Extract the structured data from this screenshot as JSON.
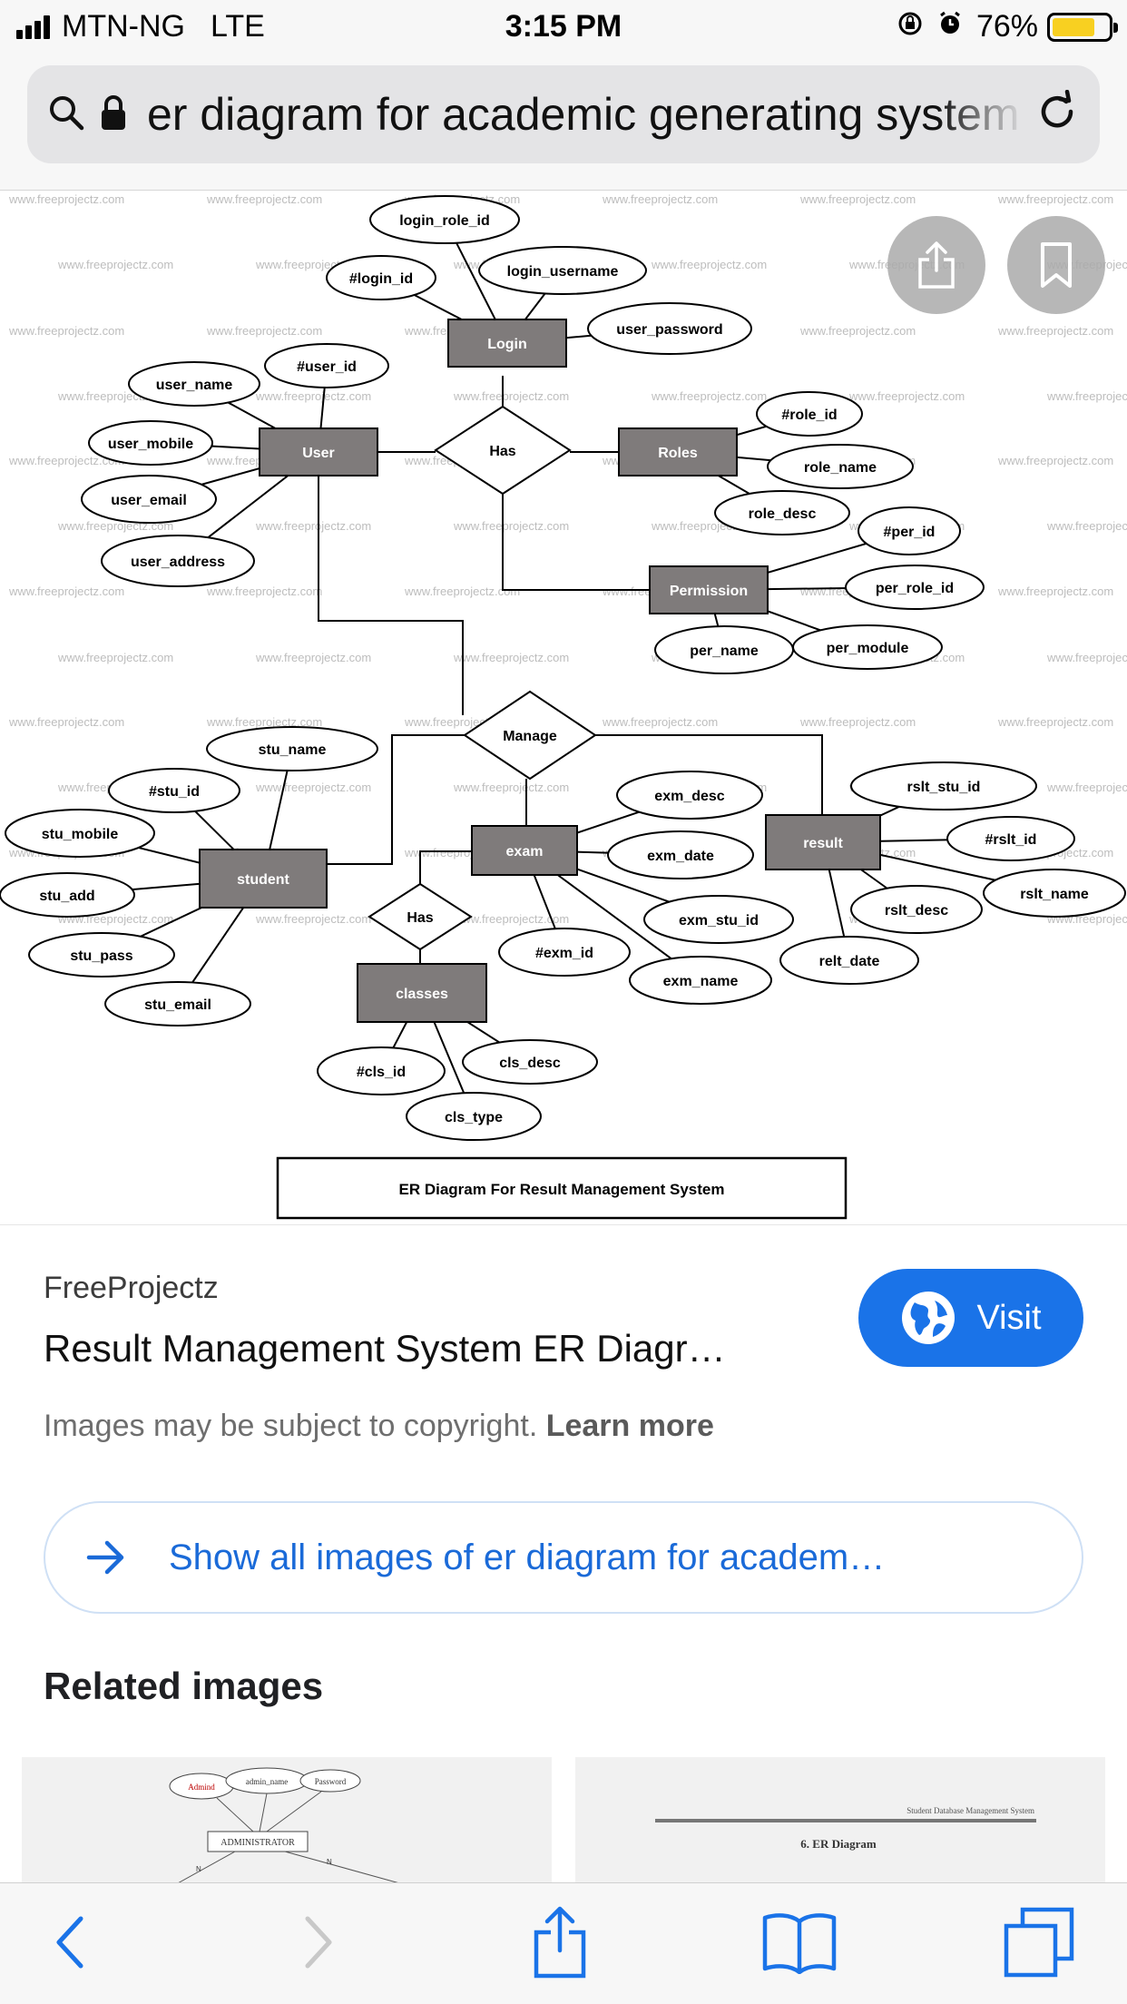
{
  "status_bar": {
    "carrier": "MTN-NG",
    "network": "LTE",
    "time": "3:15 PM",
    "battery_percent": "76%",
    "battery_level": 0.76,
    "battery_color": "#f8d021"
  },
  "address_bar": {
    "url_text": "er diagram for academic generating system",
    "icons": [
      "search-icon",
      "lock-icon",
      "reload-icon"
    ]
  },
  "er_diagram": {
    "watermark": "www.freeprojectz.com",
    "caption": "ER Diagram For Result Management System",
    "entities": [
      "Login",
      "User",
      "Roles",
      "Permission",
      "student",
      "exam",
      "result",
      "classes"
    ],
    "relationships": [
      "Has",
      "Manage",
      "Has"
    ],
    "attributes": [
      "login_role_id",
      "#login_id",
      "login_username",
      "user_password",
      "user_name",
      "#user_id",
      "user_mobile",
      "user_email",
      "user_address",
      "#role_id",
      "role_name",
      "role_desc",
      "#per_id",
      "per_role_id",
      "per_name",
      "per_module",
      "stu_name",
      "#stu_id",
      "stu_mobile",
      "stu_add",
      "stu_pass",
      "stu_email",
      "exm_desc",
      "exm_date",
      "exm_stu_id",
      "#exm_id",
      "exm_name",
      "rslt_stu_id",
      "#rslt_id",
      "rslt_name",
      "rslt_desc",
      "relt_date",
      "#cls_id",
      "cls_desc",
      "cls_type"
    ]
  },
  "floating_buttons": [
    "share-icon",
    "bookmark-icon"
  ],
  "result": {
    "source": "FreeProjectz",
    "title": "Result Management System ER Diagr…",
    "visit_label": "Visit",
    "copyright_text": "Images may be subject to copyright.",
    "learn_more": "Learn more",
    "show_all_label": "Show all images of er diagram for academ…",
    "related_heading": "Related images"
  },
  "related_thumbs": {
    "thumb1": {
      "labels": [
        "Admind",
        "admin_name",
        "Password"
      ],
      "entity": "ADMINISTRATOR",
      "card_left": "N",
      "card_right": "N"
    },
    "thumb2": {
      "header": "Student Database Management System",
      "heading": "6. ER Diagram"
    }
  },
  "accent_color": "#1a73e8",
  "toolbar": [
    "back-icon",
    "forward-icon",
    "share-icon",
    "bookmarks-icon",
    "tabs-icon"
  ]
}
